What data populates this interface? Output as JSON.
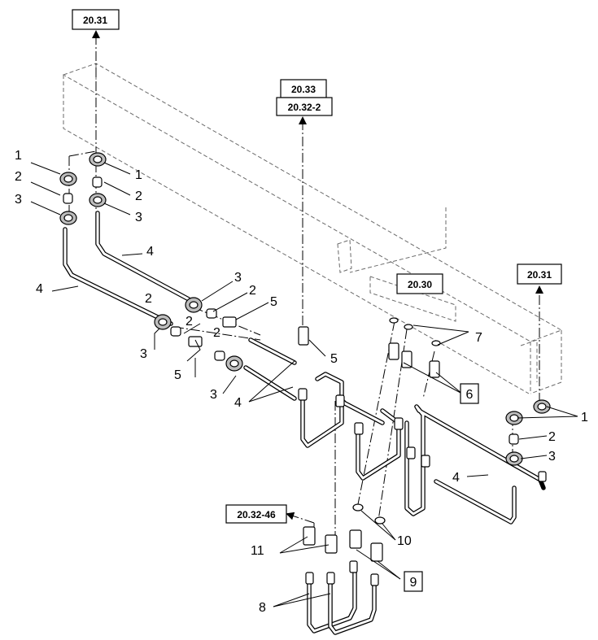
{
  "references": {
    "top_left": "20.31",
    "center_top_1": "20.33",
    "center_top_2": "20.32-2",
    "middle": "20.30",
    "right": "20.31",
    "bottom_left": "20.32-46"
  },
  "callouts": {
    "n1": "1",
    "n2": "2",
    "n3": "3",
    "n4": "4",
    "n5": "5",
    "n6": "6",
    "n7": "7",
    "n8": "8",
    "n9": "9",
    "n10": "10",
    "n11": "11"
  }
}
